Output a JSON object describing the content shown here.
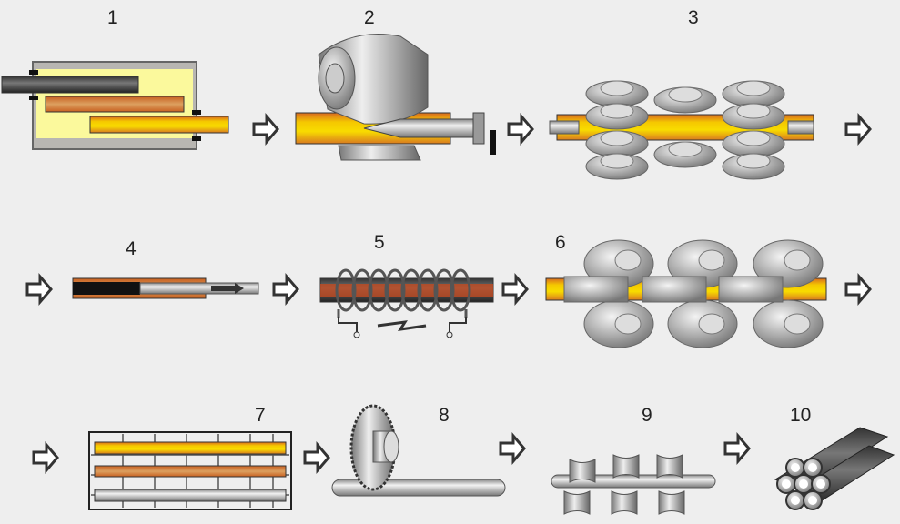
{
  "steps": [
    {
      "number": "1"
    },
    {
      "number": "2"
    },
    {
      "number": "3"
    },
    {
      "number": "4"
    },
    {
      "number": "5"
    },
    {
      "number": "6"
    },
    {
      "number": "7"
    },
    {
      "number": "8"
    },
    {
      "number": "9"
    },
    {
      "number": "10"
    }
  ],
  "colors": {
    "background": "#eeeeee",
    "hot_billet": "#f5d000",
    "warm_billet": "#d89050",
    "cold_billet": "#5e5a58",
    "furnace_inner": "#fbf99c",
    "furnace_outer": "#b8b6b2",
    "steel": "#b0b0b0"
  }
}
